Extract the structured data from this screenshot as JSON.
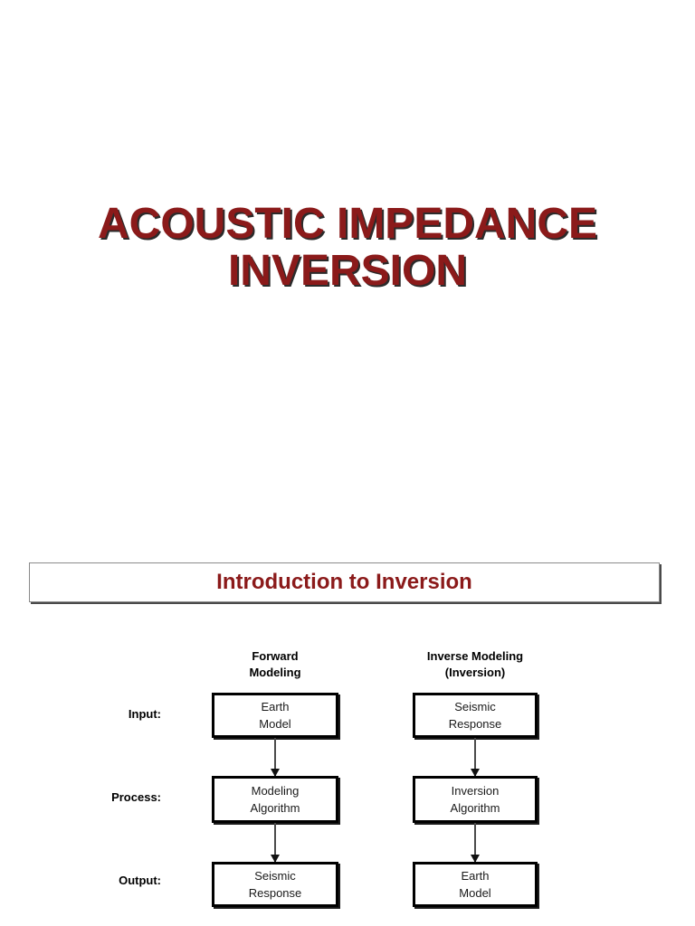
{
  "slide": {
    "title_lines": [
      "ACOUSTIC IMPEDANCE",
      "INVERSION"
    ],
    "title_color": "#8B1A1A",
    "title_shadow_color": "#2B2B2B",
    "background_color": "#FFFFFF"
  },
  "section": {
    "heading": "Introduction to Inversion",
    "heading_color": "#8B1A1A",
    "border_color": "#8A8A8A"
  },
  "diagram": {
    "columns": [
      {
        "header_lines": [
          "Forward",
          "Modeling"
        ]
      },
      {
        "header_lines": [
          "Inverse Modeling",
          "(Inversion)"
        ]
      }
    ],
    "rows": [
      {
        "label": "Input:",
        "cells": [
          {
            "lines": [
              "Earth",
              "Model"
            ]
          },
          {
            "lines": [
              "Seismic",
              "Response"
            ]
          }
        ]
      },
      {
        "label": "Process:",
        "cells": [
          {
            "lines": [
              "Modeling",
              "Algorithm"
            ]
          },
          {
            "lines": [
              "Inversion",
              "Algorithm"
            ]
          }
        ]
      },
      {
        "label": "Output:",
        "cells": [
          {
            "lines": [
              "Seismic",
              "Response"
            ]
          },
          {
            "lines": [
              "Earth",
              "Model"
            ]
          }
        ]
      }
    ],
    "box_border_color": "#000000",
    "arrow_color": "#111111"
  }
}
